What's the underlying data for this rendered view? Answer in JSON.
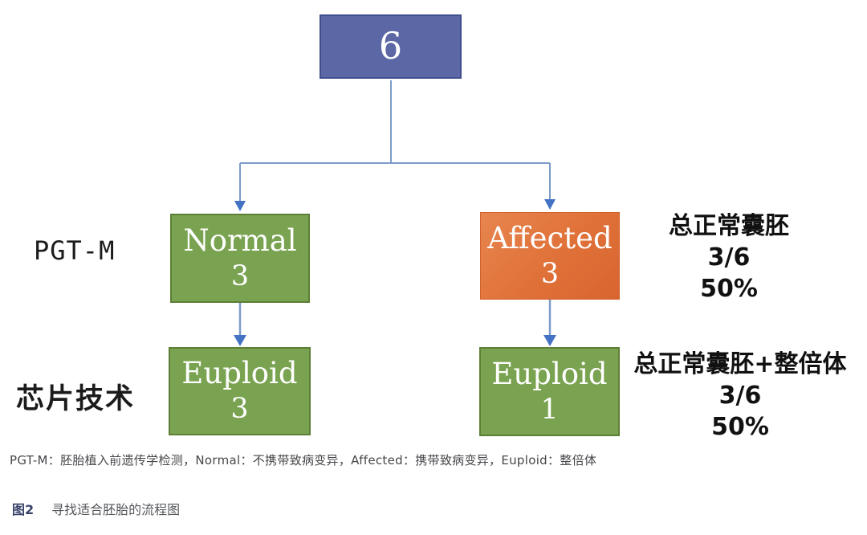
{
  "palette": {
    "root_fill": "#5b68a5",
    "root_border": "#3f4e8c",
    "green_fill": "#7aa351",
    "green_border": "#5c7f35",
    "orange_fill": "#df7138",
    "connector_line": "#7e9cc9",
    "arrow_fill": "#4472c4",
    "caption_accent": "#39436b",
    "caption_text": "#55575b",
    "footnote_text": "#47474b"
  },
  "flowchart": {
    "root": {
      "value": "6"
    },
    "row_labels": {
      "pgtm": "PGT-M",
      "chip": "芯片技术"
    },
    "nodes": {
      "normal": {
        "line1": "Normal",
        "line2": "3"
      },
      "affected": {
        "line1": "Affected",
        "line2": "3"
      },
      "euploid_left": {
        "line1": "Euploid",
        "line2": "3"
      },
      "euploid_right": {
        "line1": "Euploid",
        "line2": "1"
      }
    },
    "annotations": {
      "pgtm": {
        "line1": "总正常囊胚",
        "line2": "3/6",
        "line3": "50%"
      },
      "chip": {
        "line1": "总正常囊胚+整倍体",
        "line2": "3/6",
        "line3": "50%"
      }
    }
  },
  "footnote": "PGT-M：胚胎植入前遗传学检测，Normal：不携带致病变异，Affected：携带致病变异，Euploid：整倍体",
  "caption": {
    "label": "图2",
    "text": "寻找适合胚胎的流程图"
  }
}
